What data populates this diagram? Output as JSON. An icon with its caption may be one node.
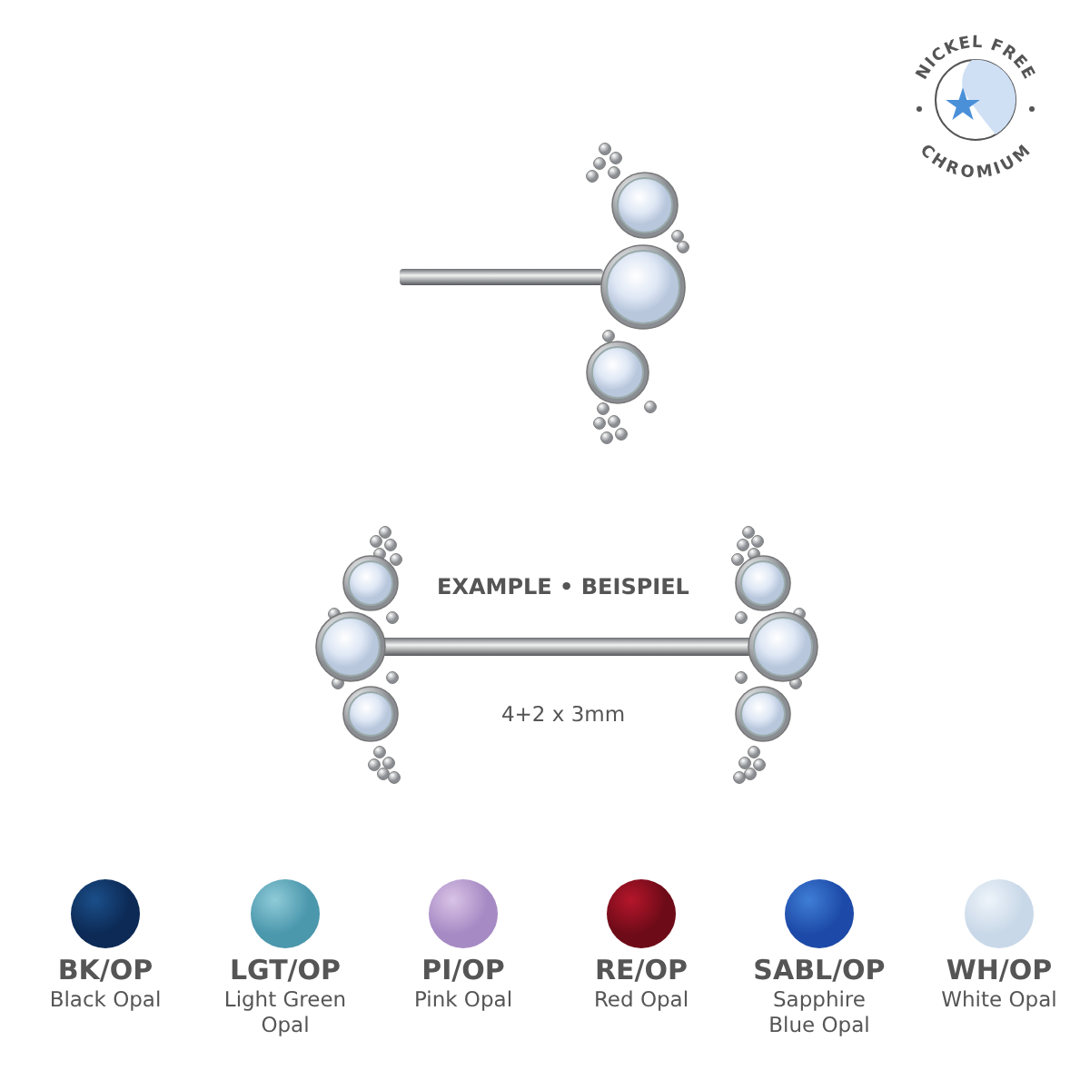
{
  "diagram": {
    "nodes": [
      {
        "text": [
          "BK/OP",
          "Black Opal"
        ]
      },
      {
        "text": [
          "LGT/OP",
          "Light Green Opal"
        ]
      },
      {
        "text": [
          "PI/OP",
          "Pink Opal"
        ]
      },
      {
        "text": [
          "RE/OP",
          "Red Opal"
        ]
      },
      {
        "text": [
          "SABL/OP",
          "Sapphire Blue Opal"
        ]
      },
      {
        "text": [
          "WH/OP",
          "White Opal"
        ]
      }
    ],
    "labels": [
      "NICKEL FREE",
      "CHROMIUM",
      "EXAMPLE • BEISPIEL",
      "4+2 x 3mm"
    ]
  }
}
